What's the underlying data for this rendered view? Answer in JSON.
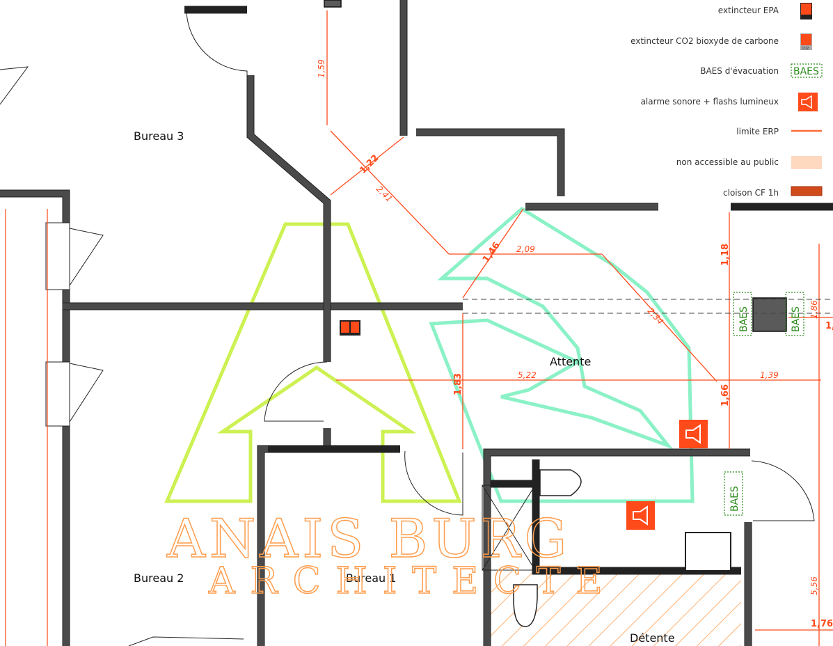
{
  "legend": {
    "items": [
      {
        "label": "extincteur EPA",
        "icon": "fire-extinguisher-epa-icon"
      },
      {
        "label": "extincteur CO2 bioxyde de carbone",
        "icon": "fire-extinguisher-co2-icon"
      },
      {
        "label": "BAES d'évacuation",
        "icon": "baes-icon"
      },
      {
        "label": "alarme sonore + flashs lumineux",
        "icon": "alarm-icon"
      },
      {
        "label": "limite ERP",
        "icon": "erp-limit-line-icon"
      },
      {
        "label": "non accessible au public",
        "icon": "hatch-icon"
      },
      {
        "label": "cloison CF 1h",
        "icon": "fire-partition-icon"
      }
    ],
    "baes_text": "BAES",
    "co2_text": "CO2"
  },
  "rooms": {
    "bureau3": "Bureau 3",
    "bureau2": "Bureau 2",
    "bureau1": "Bureau 1",
    "attente": "Attente",
    "detente": "Détente"
  },
  "dimensions": {
    "d159": "1,59",
    "d122": "1,22",
    "d241": "2,41",
    "d146": "1,46",
    "d209": "2,09",
    "d234": "2,34",
    "d118": "1,18",
    "d186": "1,86",
    "d1x": "1,",
    "d183": "1,83",
    "d522": "5,22",
    "d166": "1,66",
    "d139": "1,39",
    "d556": "5,56",
    "d176": "1,76"
  },
  "watermark": {
    "line1": "ANAIS BURG",
    "line2": "ARCHITECTE"
  },
  "colors": {
    "dimension": "#ff4a1a",
    "baes": "#2a8a1a",
    "alarm": "#ff4a1a",
    "wall": "#5a5a5a",
    "logo_a": "#c8f040",
    "logo_b": "#7ef0c0",
    "watermark": "#ff9d4d"
  }
}
